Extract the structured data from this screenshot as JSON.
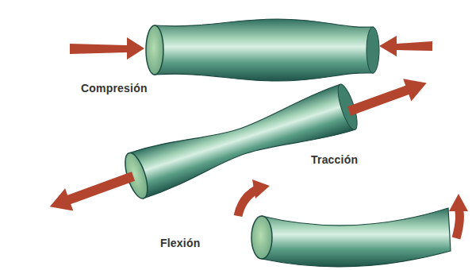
{
  "diagram": {
    "labels": [
      "Compresión",
      "Tracción",
      "Flexión"
    ]
  }
}
